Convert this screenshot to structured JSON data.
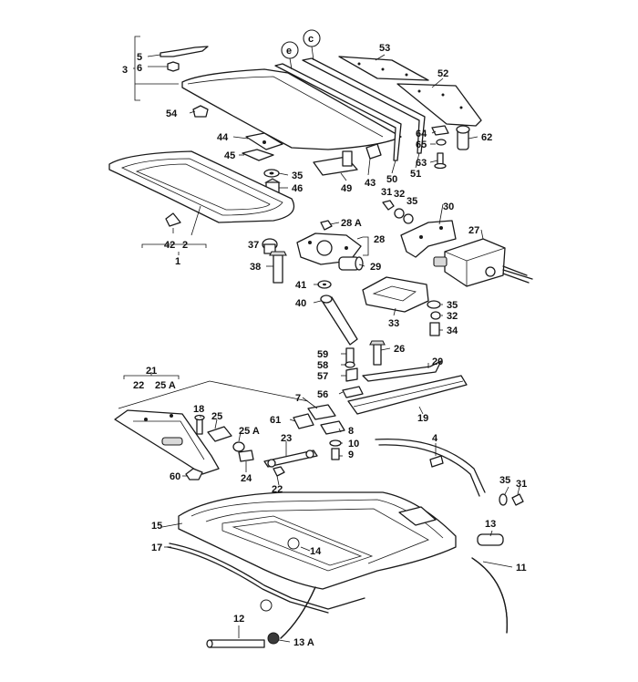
{
  "labels": {
    "l1": "1",
    "l2": "2",
    "l3": "3",
    "l4": "4",
    "l5": "5",
    "l6": "6",
    "l7": "7",
    "l8": "8",
    "l9": "9",
    "l10": "10",
    "l11": "11",
    "l12": "12",
    "l13": "13",
    "l13a": "13 A",
    "l14": "14",
    "l15": "15",
    "l17": "17",
    "l18": "18",
    "l19": "19",
    "l20": "20",
    "l21": "21",
    "l22a": "22",
    "l22b": "22",
    "l23": "23",
    "l24": "24",
    "l25": "25",
    "l25a": "25 A",
    "l25b": "25 A",
    "l26": "26",
    "l27": "27",
    "l28": "28",
    "l28a": "28 A",
    "l29": "29",
    "l30": "30",
    "l31a": "31",
    "l31b": "31",
    "l32a": "32",
    "l32b": "32",
    "l33": "33",
    "l34": "34",
    "l35a": "35",
    "l35b": "35",
    "l35c": "35",
    "l35d": "35",
    "l37": "37",
    "l38": "38",
    "l40": "40",
    "l41": "41",
    "l42": "42",
    "l43": "43",
    "l44": "44",
    "l45": "45",
    "l46": "46",
    "l49": "49",
    "l50": "50",
    "l51": "51",
    "l52": "52",
    "l53": "53",
    "l54": "54",
    "l56": "56",
    "l57": "57",
    "l58": "58",
    "l59": "59",
    "l60": "60",
    "l61": "61",
    "l62": "62",
    "l63": "63",
    "l64": "64",
    "l65": "65"
  },
  "circle_marks": [
    "e",
    "c"
  ]
}
